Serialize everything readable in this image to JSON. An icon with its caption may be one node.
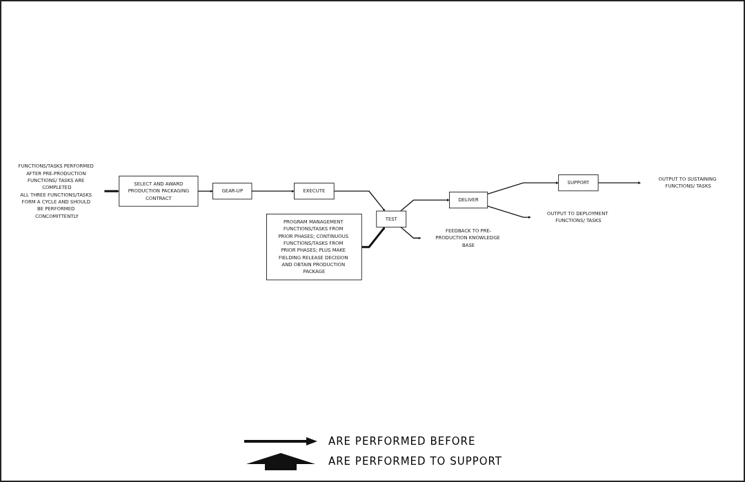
{
  "diagram": {
    "nodes": [
      {
        "text": [
          "FUNCTIONS/TASKS PERFORMED AFTER PRE-PRODUCTION FUNCTIONS/ TASKS ARE COMPLETED",
          "ALL THREE FUNCTIONS/TASKS FORM A CYCLE AND SHOULD BE PERFORMED CONCOMITTENTLY"
        ]
      },
      {
        "text": [
          "SELECT AND AWARD",
          "PRODUCTION PACKAGING",
          "CONTRACT"
        ]
      },
      {
        "text": [
          "GEAR-UP"
        ]
      },
      {
        "text": [
          "EXECUTE"
        ]
      },
      {
        "text": [
          "TEST"
        ]
      },
      {
        "text": [
          "DELIVER"
        ]
      },
      {
        "text": [
          "SUPPORT"
        ]
      },
      {
        "text": [
          "OUTPUT TO SUSTAINING FUNCTIONS/ TASKS"
        ]
      },
      {
        "text": [
          "FEEDBACK TO PRE-PRODUCTION KNOWLEDGE BASE"
        ]
      },
      {
        "text": [
          "OUTPUT TO DEPLOYMENT FUNCTIONS/ TASKS"
        ]
      },
      {
        "text": [
          "PROGRAM MANAGEMENT FUNCTIONS/TASKS FROM PRIOR PHASES; CONTINUOUS FUNCTIONS/TASKS FROM PRIOR PHASES; PLUS MAKE FIELDING RELEASE DECISION AND OBTAIN PRODUCTION PACKAGE"
        ]
      }
    ],
    "edges": [
      {
        "from": 0,
        "to": 1,
        "arrow": "to",
        "style": "thick"
      },
      {
        "from": 1,
        "to": 2,
        "arrow": "to"
      },
      {
        "from": 2,
        "to": 3,
        "arrow": "to"
      },
      {
        "from": 3,
        "to": 4,
        "arrow": "to"
      },
      {
        "from": 4,
        "to": 5,
        "arrow": "to"
      },
      {
        "from": 5,
        "to": 6,
        "arrow": "to"
      },
      {
        "from": 6,
        "to": 7,
        "arrow": "to"
      },
      {
        "from": 4,
        "to": 8,
        "arrow": "to"
      },
      {
        "from": 5,
        "to": 9,
        "arrow": "to"
      },
      {
        "from": 10,
        "to": 4,
        "arrow": "to",
        "style": "thick"
      }
    ],
    "legend": [
      {
        "text": "ARE PERFORMED BEFORE"
      },
      {
        "text": "ARE PERFORMED TO SUPPORT"
      }
    ]
  }
}
